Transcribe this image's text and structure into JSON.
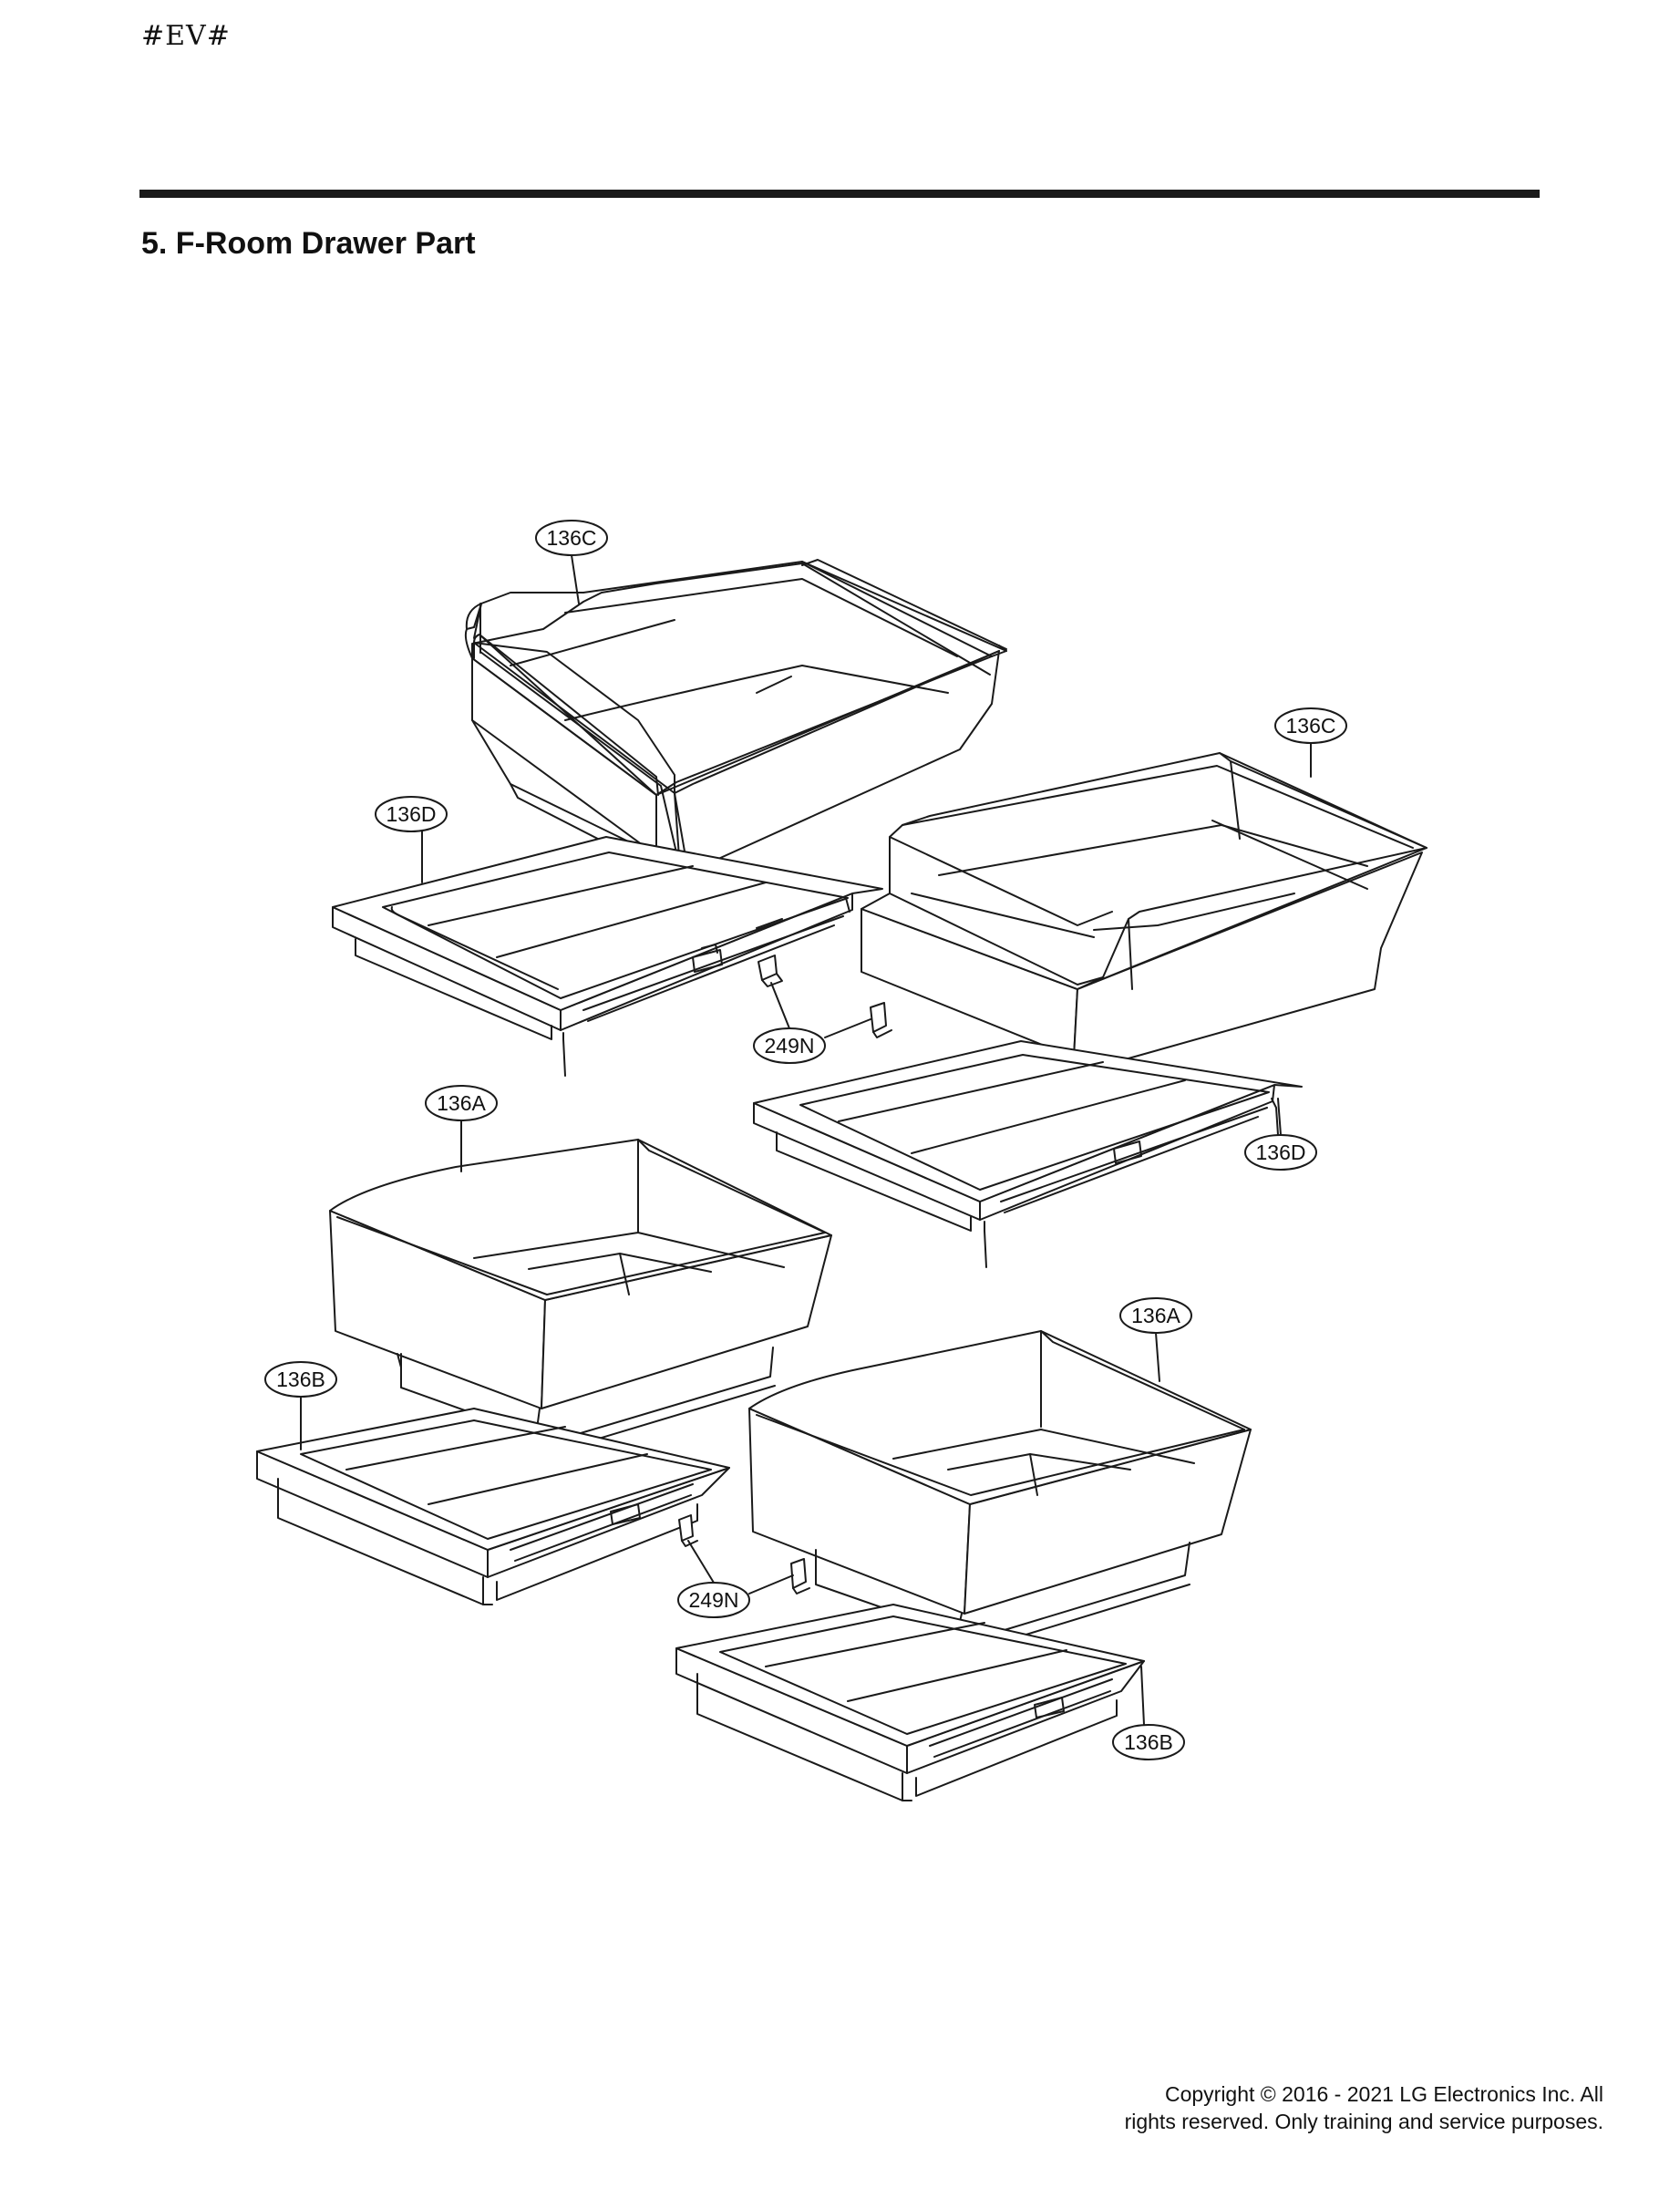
{
  "header": {
    "tag": "#EV#",
    "title": "5. F-Room Drawer Part"
  },
  "callouts": {
    "c1": "136C",
    "c2": "136C",
    "c3": "136D",
    "c4": "249N",
    "c5": "136A",
    "c6": "136D",
    "c7": "136A",
    "c8": "136B",
    "c9": "249N",
    "c10": "136B"
  },
  "footer": {
    "copyright_line1": "Copyright © 2016 - 2021 LG Electronics Inc. All",
    "copyright_line2": "rights reserved. Only training and service purposes."
  }
}
